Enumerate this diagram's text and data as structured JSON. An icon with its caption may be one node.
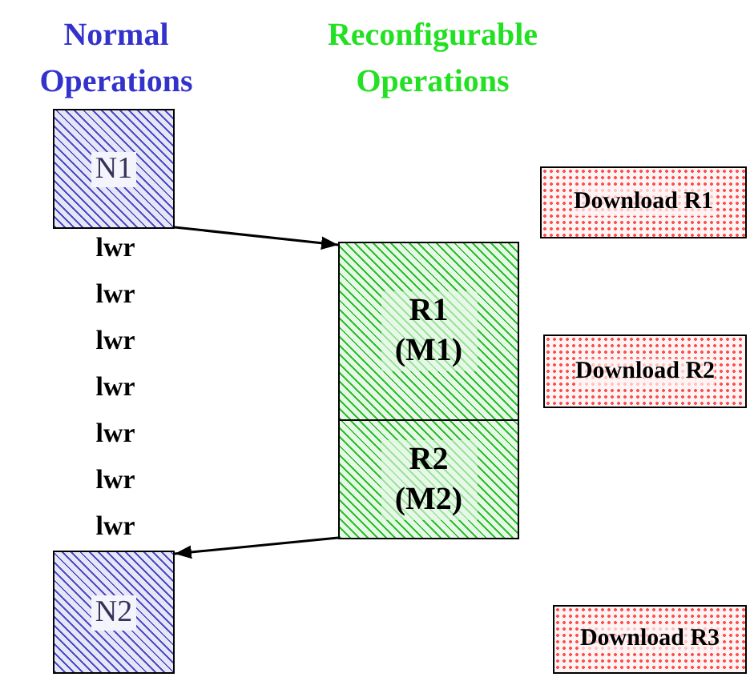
{
  "diagram": {
    "nodes": [
      {
        "text": [
          "N1"
        ]
      },
      {
        "text": [
          "Download R1"
        ]
      },
      {
        "text": [
          "R1 (M1)"
        ]
      },
      {
        "text": [
          "Download R2"
        ]
      },
      {
        "text": [
          "R2 (M2)"
        ]
      },
      {
        "text": [
          "N2"
        ]
      },
      {
        "text": [
          "Download R3"
        ]
      }
    ],
    "edges": [
      {
        "from": 0,
        "to": 2,
        "arrow": "to"
      },
      {
        "from": 4,
        "to": 5,
        "arrow": "to"
      }
    ],
    "labels": [
      "Normal Operations",
      "Reconfigurable Operations",
      "lwr",
      "lwr",
      "lwr",
      "lwr",
      "lwr",
      "lwr",
      "lwr"
    ]
  }
}
